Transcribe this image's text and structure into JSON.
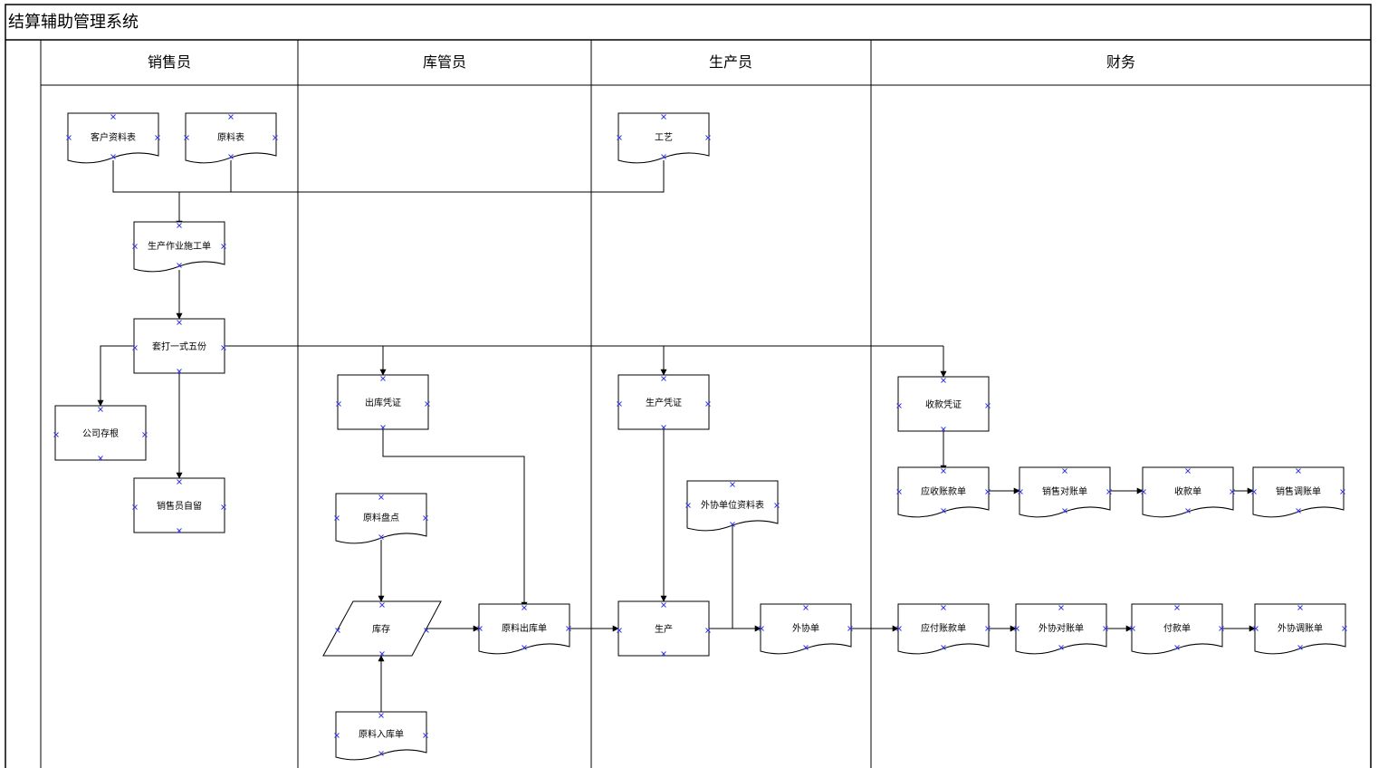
{
  "title": "结算辅助管理系统",
  "lanes": [
    {
      "id": "sales",
      "label": "销售员"
    },
    {
      "id": "warehouse",
      "label": "库管员"
    },
    {
      "id": "production",
      "label": "生产员"
    },
    {
      "id": "finance",
      "label": "财务"
    }
  ],
  "nodes": {
    "customer_info": "客户资料表",
    "material_table": "原料表",
    "process": "工艺",
    "work_order": "生产作业施工单",
    "print_five": "套打一式五份",
    "company_stub": "公司存根",
    "sales_keep": "销售员自留",
    "outbound_voucher": "出库凭证",
    "production_voucher": "生产凭证",
    "receipt_voucher": "收款凭证",
    "receivable": "应收账款单",
    "sales_reconcile": "销售对账单",
    "receipt_note": "收款单",
    "sales_adjust": "销售调账单",
    "material_check": "原料盘点",
    "inventory": "库存",
    "material_out": "原料出库单",
    "production": "生产",
    "outsource_info": "外协单位资料表",
    "outsource_order": "外协单",
    "payable": "应付账款单",
    "outsource_reconcile": "外协对账单",
    "payment_note": "付款单",
    "outsource_adjust": "外协调账单",
    "material_in": "原料入库单"
  },
  "colors": {
    "connection_point": "#3a3ae0",
    "line": "#000000"
  }
}
